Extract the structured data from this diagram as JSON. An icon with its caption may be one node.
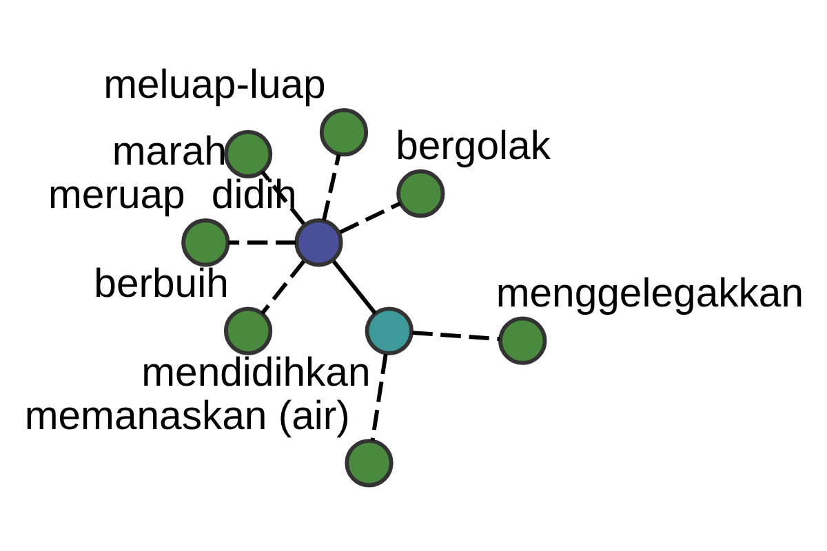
{
  "diagram": {
    "nodes": [
      {
        "text": [],
        "shape": "circle",
        "beside": [
          "didih"
        ]
      },
      {
        "text": [],
        "shape": "circle",
        "beside": [
          "bergolak"
        ]
      },
      {
        "text": [],
        "shape": "circle",
        "beside": [
          "meluap-luap"
        ]
      },
      {
        "text": [],
        "shape": "circle",
        "beside": [
          "marah"
        ]
      },
      {
        "text": [],
        "shape": "circle",
        "beside": [
          "meruap"
        ]
      },
      {
        "text": [],
        "shape": "circle",
        "beside": [
          "berbuih"
        ]
      },
      {
        "text": [],
        "shape": "circle",
        "beside": [
          "mendidihkan"
        ]
      },
      {
        "text": [],
        "shape": "circle",
        "beside": [
          "memanaskan (air)"
        ]
      },
      {
        "text": [],
        "shape": "circle",
        "beside": [
          "menggelegakkan"
        ]
      }
    ],
    "edges": [
      {
        "from": 0,
        "to": 1,
        "arrow": "none",
        "style": "dashed"
      },
      {
        "from": 0,
        "to": 2,
        "arrow": "none",
        "style": "dashed"
      },
      {
        "from": 0,
        "to": 3,
        "arrow": "none",
        "style": "dashed"
      },
      {
        "from": 0,
        "to": 4,
        "arrow": "none",
        "style": "dashed"
      },
      {
        "from": 0,
        "to": 5,
        "arrow": "none",
        "style": "dashed"
      },
      {
        "from": 0,
        "to": 6,
        "arrow": "none"
      },
      {
        "from": 6,
        "to": 7,
        "arrow": "none",
        "style": "dashed"
      },
      {
        "from": 6,
        "to": 8,
        "arrow": "none",
        "style": "dashed"
      }
    ]
  }
}
